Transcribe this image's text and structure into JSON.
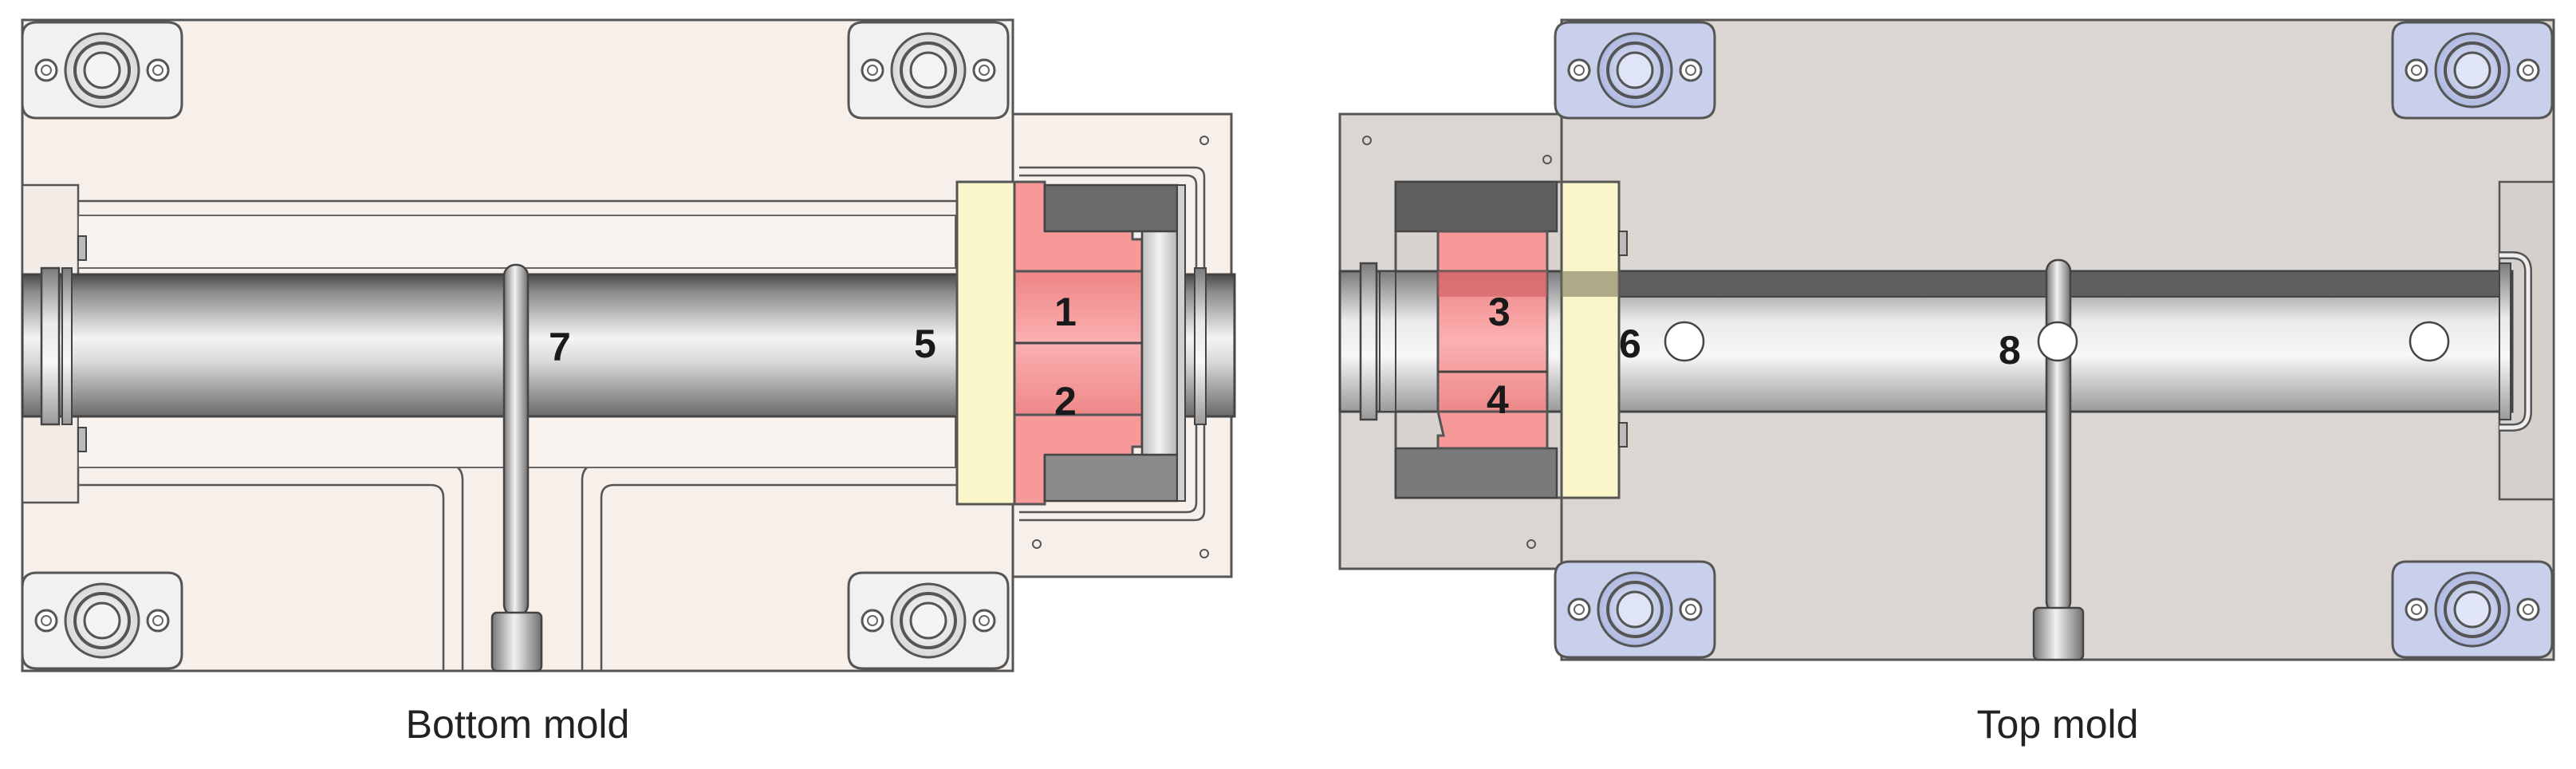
{
  "molds": [
    {
      "caption": "Bottom mold",
      "plate_color": "#f6efea",
      "callouts": [
        "1",
        "2",
        "5",
        "7"
      ]
    },
    {
      "caption": "Top mold",
      "plate_color": "#dcd6d2",
      "callouts": [
        "3",
        "4",
        "6",
        "8"
      ]
    }
  ],
  "colors": {
    "insert_red": "#f79899",
    "insert_yellow": "#fbf6c9",
    "guide_bushing_bottom": "#f3f3f3",
    "guide_bushing_top": "#c8d0ec",
    "bore_dark": "#606060"
  }
}
